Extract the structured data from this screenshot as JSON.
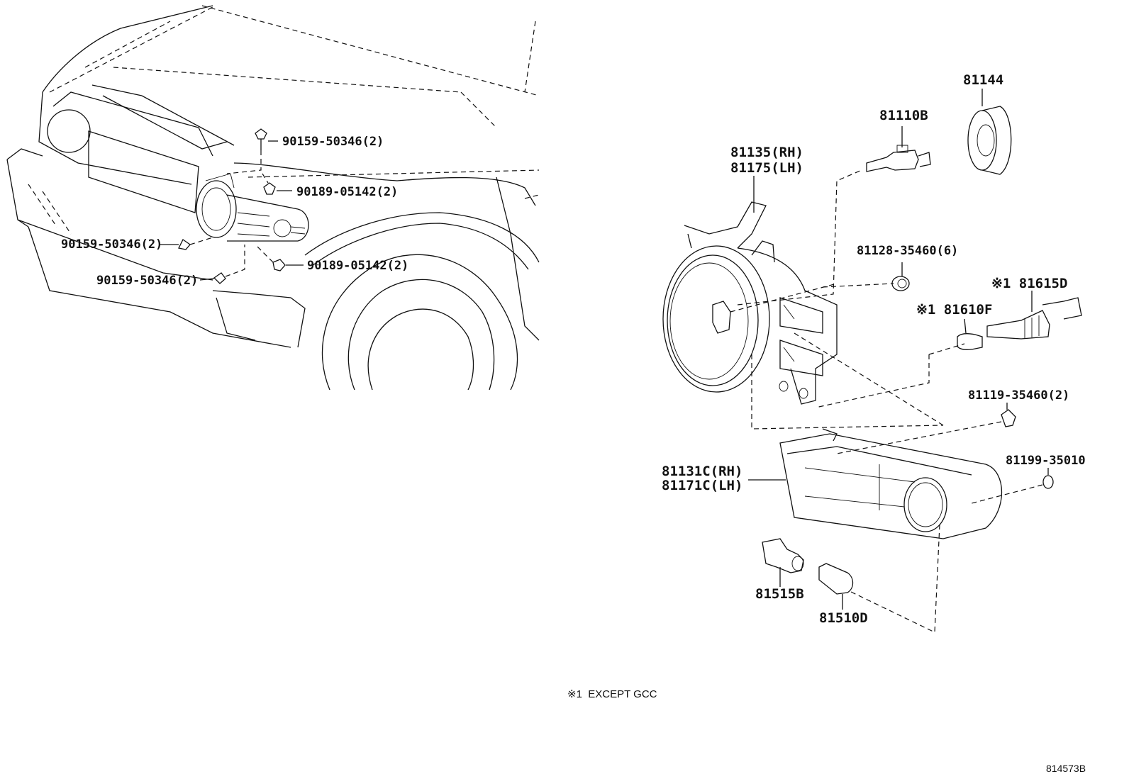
{
  "diagram": {
    "part_labels": {
      "p_90159_50346_top": "90159-50346(2)",
      "p_90189_05142_top": "90189-05142(2)",
      "p_90159_50346_mid": "90159-50346(2)",
      "p_90189_05142_low": "90189-05142(2)",
      "p_90159_50346_low": "90159-50346(2)",
      "p_81144": "81144",
      "p_81110b": "81110B",
      "p_81135_rh": "81135(RH)",
      "p_81175_lh": "81175(LH)",
      "p_81128": "81128-35460(6)",
      "p_81615d": "※1 81615D",
      "p_81610f": "※1 81610F",
      "p_81119": "81119-35460(2)",
      "p_81199": "81199-35010",
      "p_81131c_rh": "81131C(RH)",
      "p_81171c_lh": "81171C(LH)",
      "p_81515b": "81515B",
      "p_81510d": "81510D"
    },
    "footnote": "※1  EXCEPT GCC",
    "diagram_code": "814573B"
  }
}
